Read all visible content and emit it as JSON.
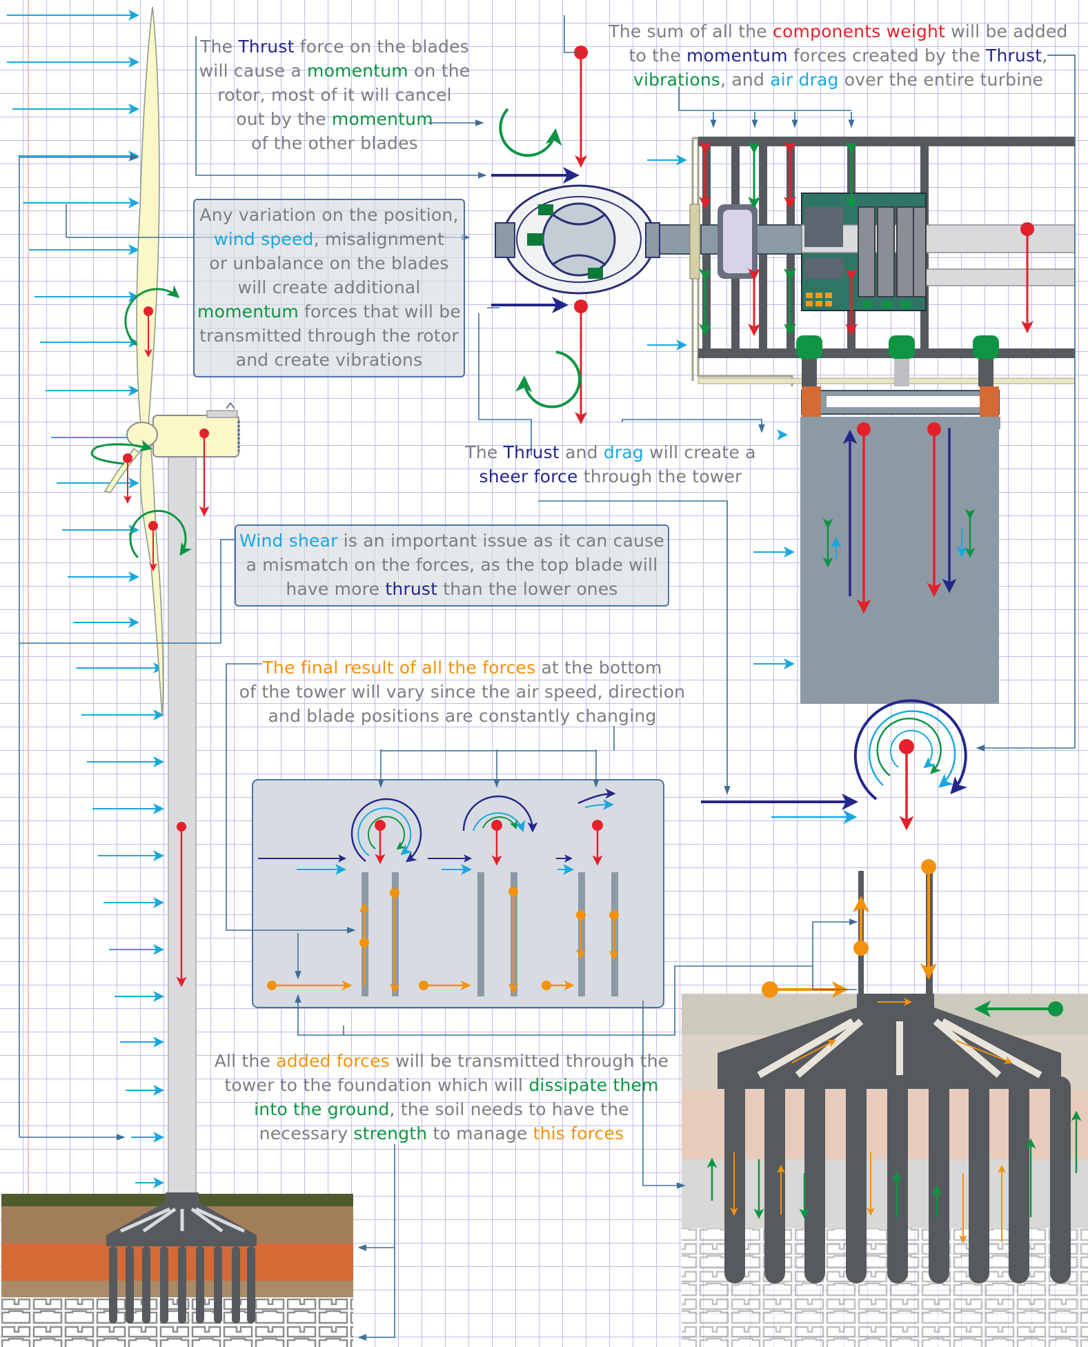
{
  "colors": {
    "thrust": "#24278a",
    "momentum": "#0e9443",
    "weight": "#e3212b",
    "wind": "#1aa7df",
    "forces": "#f3920f",
    "grid": "#b9bde6",
    "steel": "#56595e",
    "tower": "#d9dadc",
    "blade": "#fbf7c8",
    "gear_housing": "#2f7565"
  },
  "icons": [
    "wind-arrow-icon",
    "gravity-arrow-icon",
    "rotation-arrow-icon",
    "wind-turbine-icon",
    "gearbox-icon",
    "foundation-icon"
  ],
  "notes": {
    "thrust_rotor": {
      "l1a": "The ",
      "l1b": "Thrust",
      "l1c": " force on the blades",
      "l2a": "will cause a ",
      "l2b": "momentum",
      "l2c": " on the",
      "l3": "rotor, most of it will cancel",
      "l4a": "out by the ",
      "l4b": "momentum",
      "l5": "of the other blades"
    },
    "weight_sum": {
      "l1a": "The sum of all the ",
      "l1b": "components weight",
      "l1c": " will be added",
      "l2a": "to the ",
      "l2b": "momentum",
      "l2c": " forces created by the ",
      "l2d": "Thrust",
      "l3a": "vibrations",
      "l3b": ", and ",
      "l3c": "air drag",
      "l3d": " over the entire turbine"
    },
    "variation": {
      "l1": "Any variation on the position,",
      "l2a": "wind speed",
      "l2b": ", misalignment",
      "l3": "or unbalance on the blades",
      "l4": "will create additional",
      "l5a": "momentum",
      "l5b": " forces that will be",
      "l6": "transmitted through the rotor",
      "l7": "and create vibrations"
    },
    "sheer": {
      "l1a": "The ",
      "l1b": "Thrust",
      "l1c": " and ",
      "l1d": "drag",
      "l1e": " will create a",
      "l2a": "sheer force",
      "l2b": " through the tower"
    },
    "wind_shear": {
      "l1a": "Wind shear",
      "l1b": " is an important issue as it can cause",
      "l2": "a mismatch on the forces, as the top blade will",
      "l3a": "have more ",
      "l3b": "thrust",
      "l3c": " than the lower ones"
    },
    "final_result": {
      "l1a": "The final result of all the forces",
      "l1b": " at the bottom",
      "l2": "of the tower will vary since the air speed, direction",
      "l3": "and blade positions are constantly changing"
    },
    "foundation": {
      "l1a": "All the ",
      "l1b": "added forces",
      "l1c": " will be transmitted through the",
      "l2a": "tower to the foundation which will ",
      "l2b": "dissipate them",
      "l3a": "into the ground",
      "l3b": ", the soil needs to have the",
      "l4a": "necessary ",
      "l4b": "strength",
      "l4c": " to manage ",
      "l4d": "this forces"
    }
  }
}
